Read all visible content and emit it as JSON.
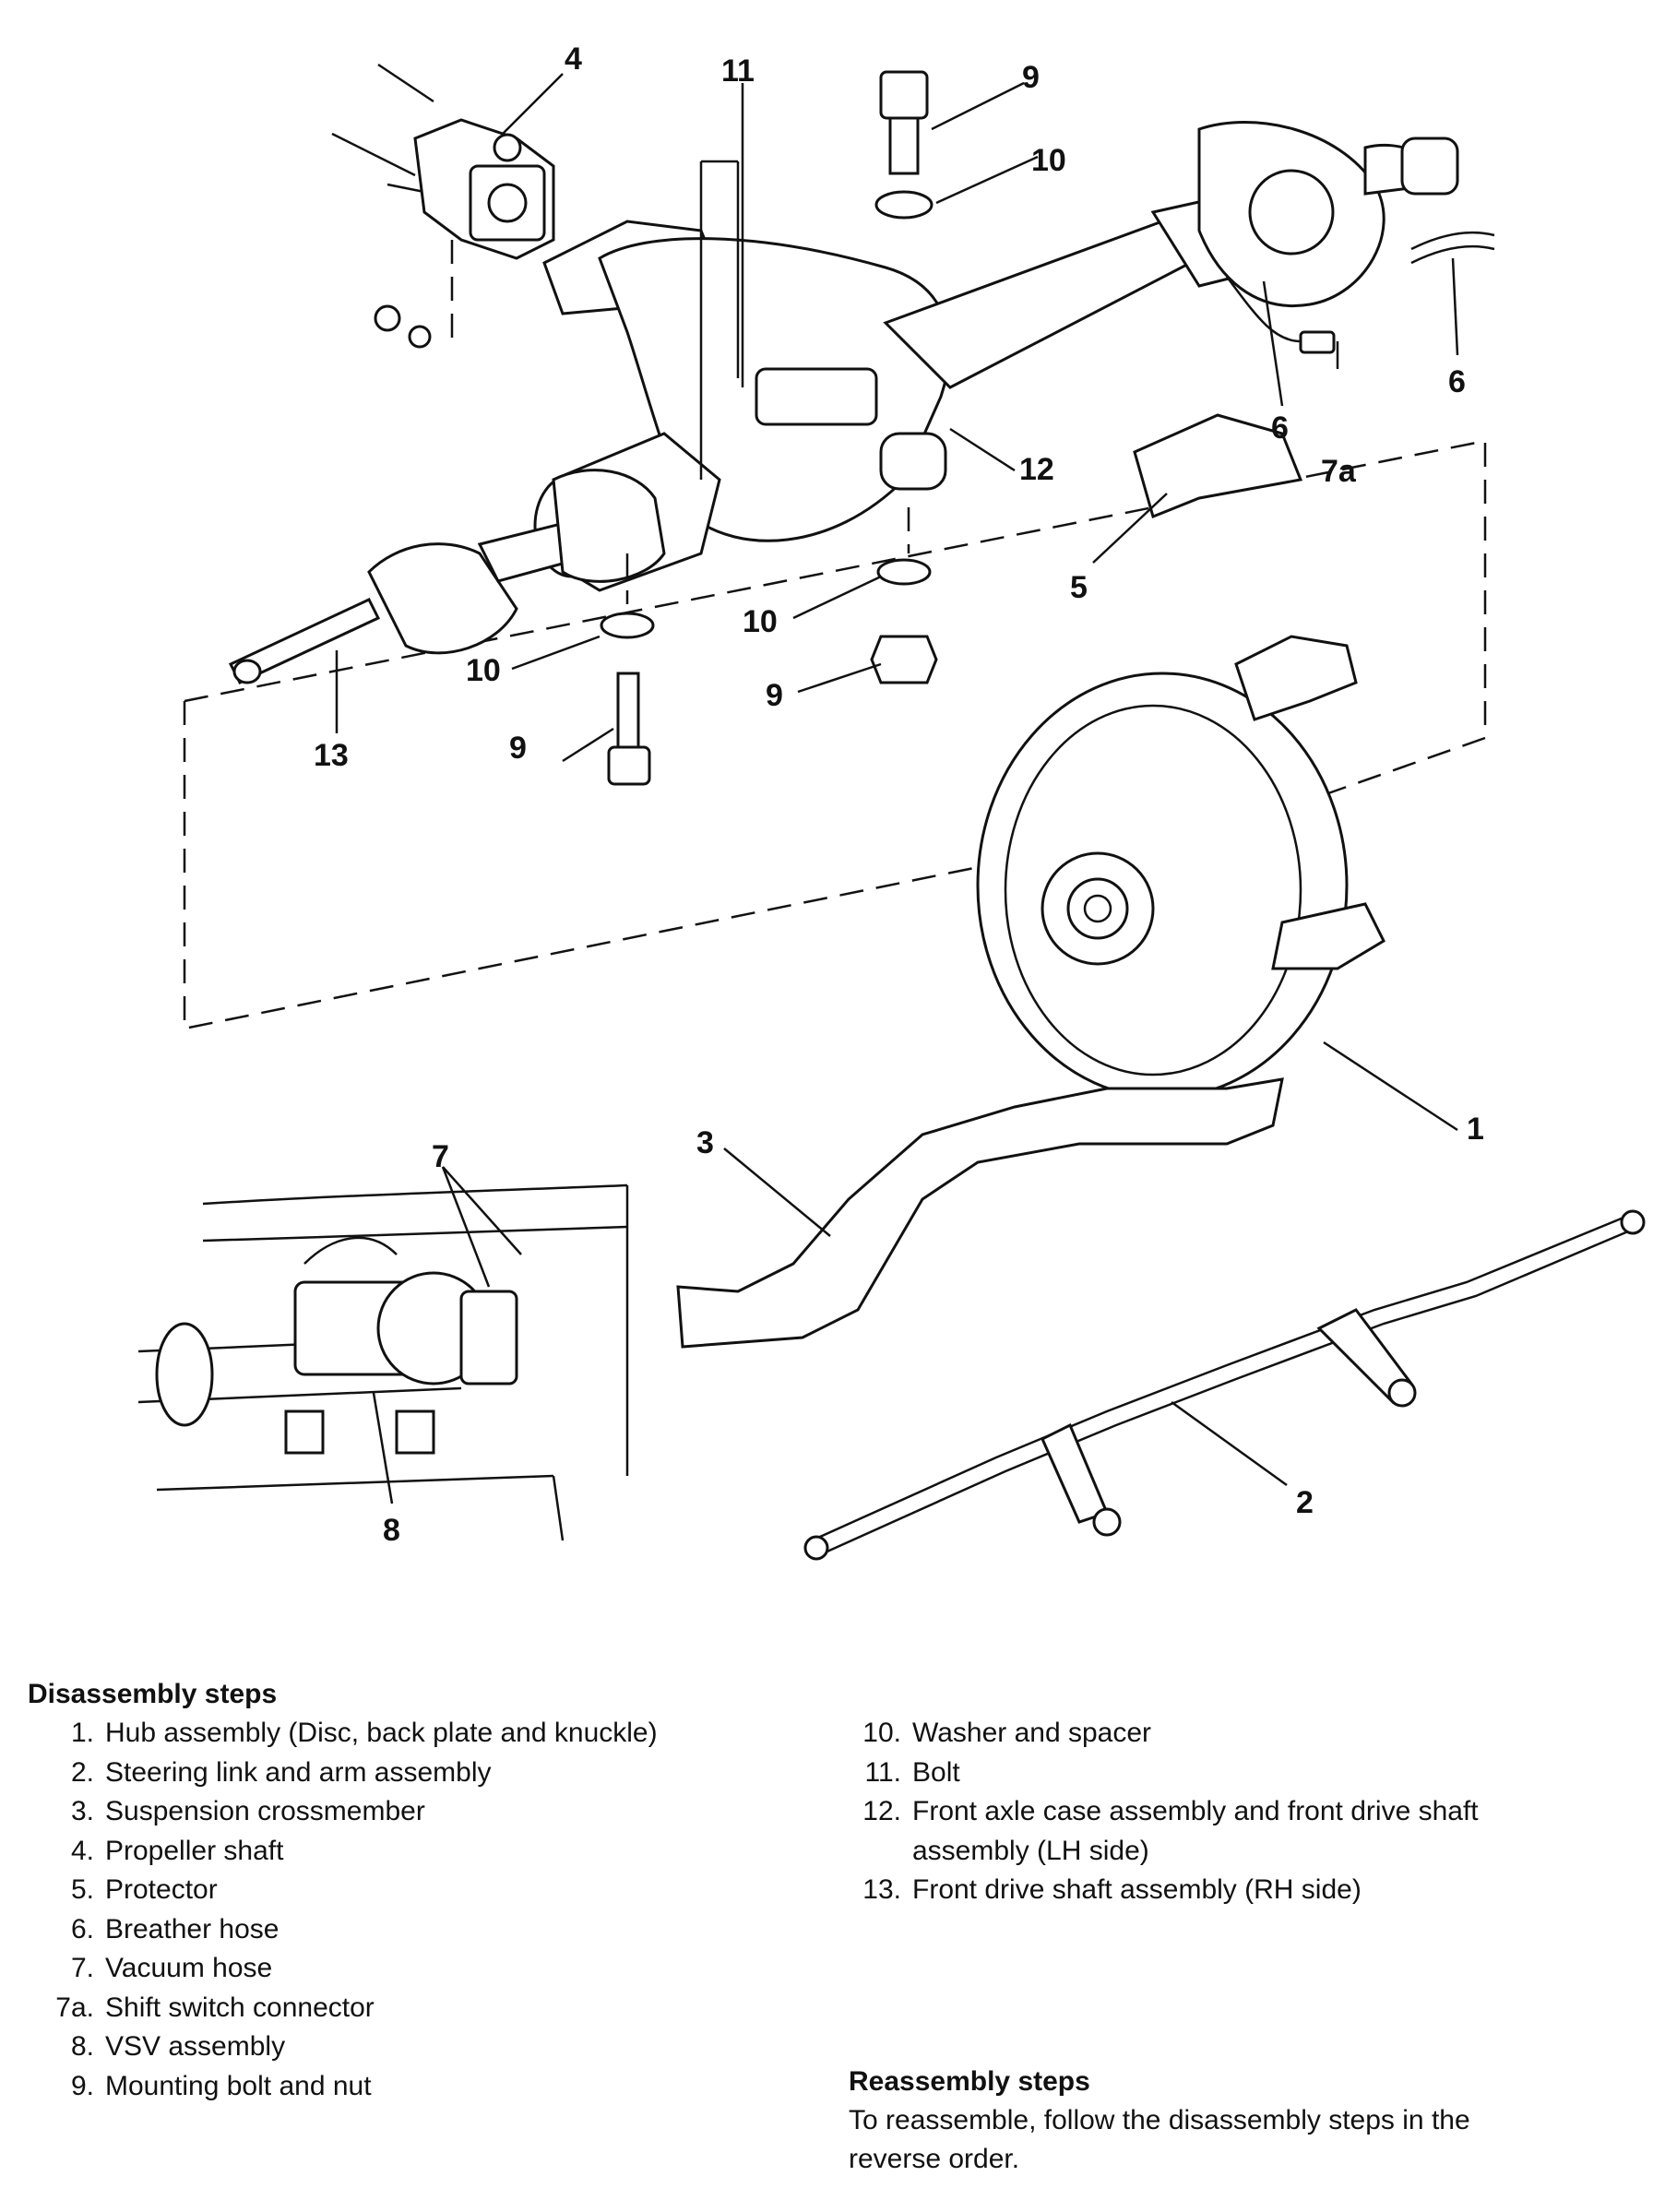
{
  "callouts": {
    "c1": "1",
    "c2": "2",
    "c3": "3",
    "c4": "4",
    "c5": "5",
    "c6a": "6",
    "c6b": "6",
    "c7": "7",
    "c7a": "7a",
    "c8": "8",
    "c9a": "9",
    "c9b": "9",
    "c9c": "9",
    "c10a": "10",
    "c10b": "10",
    "c10c": "10",
    "c11": "11",
    "c12": "12",
    "c13": "13"
  },
  "disassembly": {
    "heading": "Disassembly steps",
    "steps": [
      {
        "num": "1.",
        "text": "Hub assembly (Disc, back plate and knuckle)"
      },
      {
        "num": "2.",
        "text": "Steering link and arm assembly"
      },
      {
        "num": "3.",
        "text": "Suspension crossmember"
      },
      {
        "num": "4.",
        "text": "Propeller shaft"
      },
      {
        "num": "5.",
        "text": "Protector"
      },
      {
        "num": "6.",
        "text": "Breather hose"
      },
      {
        "num": "7.",
        "text": "Vacuum hose"
      },
      {
        "num": "7a.",
        "text": "Shift switch connector"
      },
      {
        "num": "8.",
        "text": "VSV assembly"
      },
      {
        "num": "9.",
        "text": "Mounting bolt and nut"
      },
      {
        "num": "10.",
        "text": "Washer and spacer"
      },
      {
        "num": "11.",
        "text": "Bolt"
      },
      {
        "num": "12.",
        "text": "Front axle case assembly and front drive shaft assembly (LH side)"
      },
      {
        "num": "13.",
        "text": "Front drive shaft assembly (RH side)"
      }
    ]
  },
  "reassembly": {
    "heading": "Reassembly steps",
    "text": "To reassemble, follow the disassembly steps in the reverse order."
  }
}
